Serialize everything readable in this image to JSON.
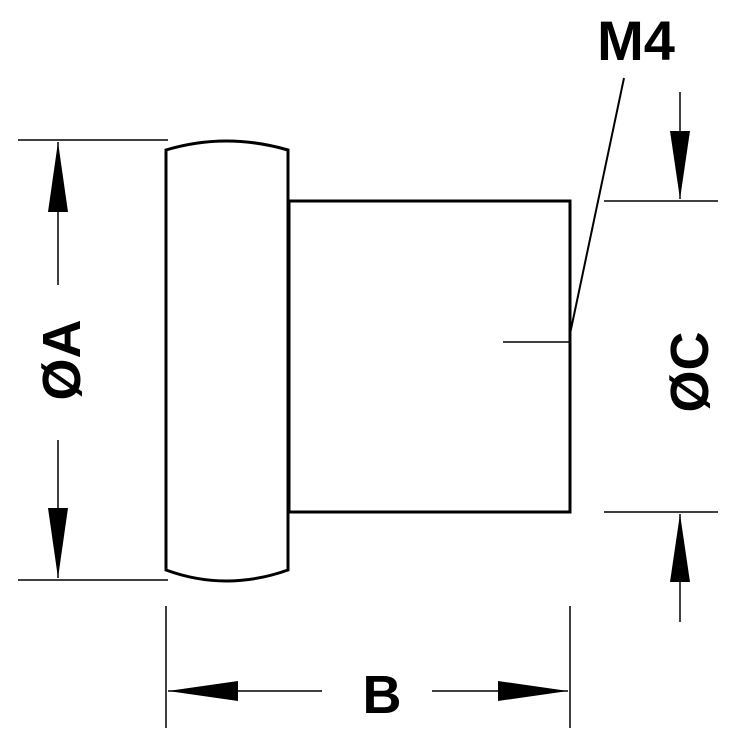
{
  "labels": {
    "diameter_a": "ØA",
    "length_b": "B",
    "diameter_c": "ØC",
    "thread": "M4"
  },
  "colors": {
    "line": "#000000",
    "background": "#ffffff"
  }
}
